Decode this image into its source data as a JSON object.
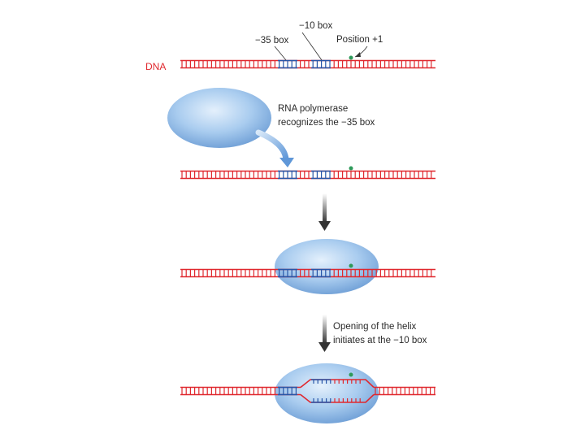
{
  "labels": {
    "minus10_box": "−10 box",
    "minus35_box": "−35 box",
    "position_plus1": "Position +1",
    "dna": "DNA"
  },
  "captions": {
    "step1_line1": "RNA polymerase",
    "step1_line2": "recognizes the −35 box",
    "step3_line1": "Opening of the helix",
    "step3_line2": "initiates at the −10 box"
  },
  "colors": {
    "strand": "#e0282e",
    "box": "#2856a8",
    "start_site": "#2e9a5a",
    "polymerase": "#9ec3ec",
    "arrow_blue": "#7fb0e0",
    "arrow_dark": "#555555"
  }
}
